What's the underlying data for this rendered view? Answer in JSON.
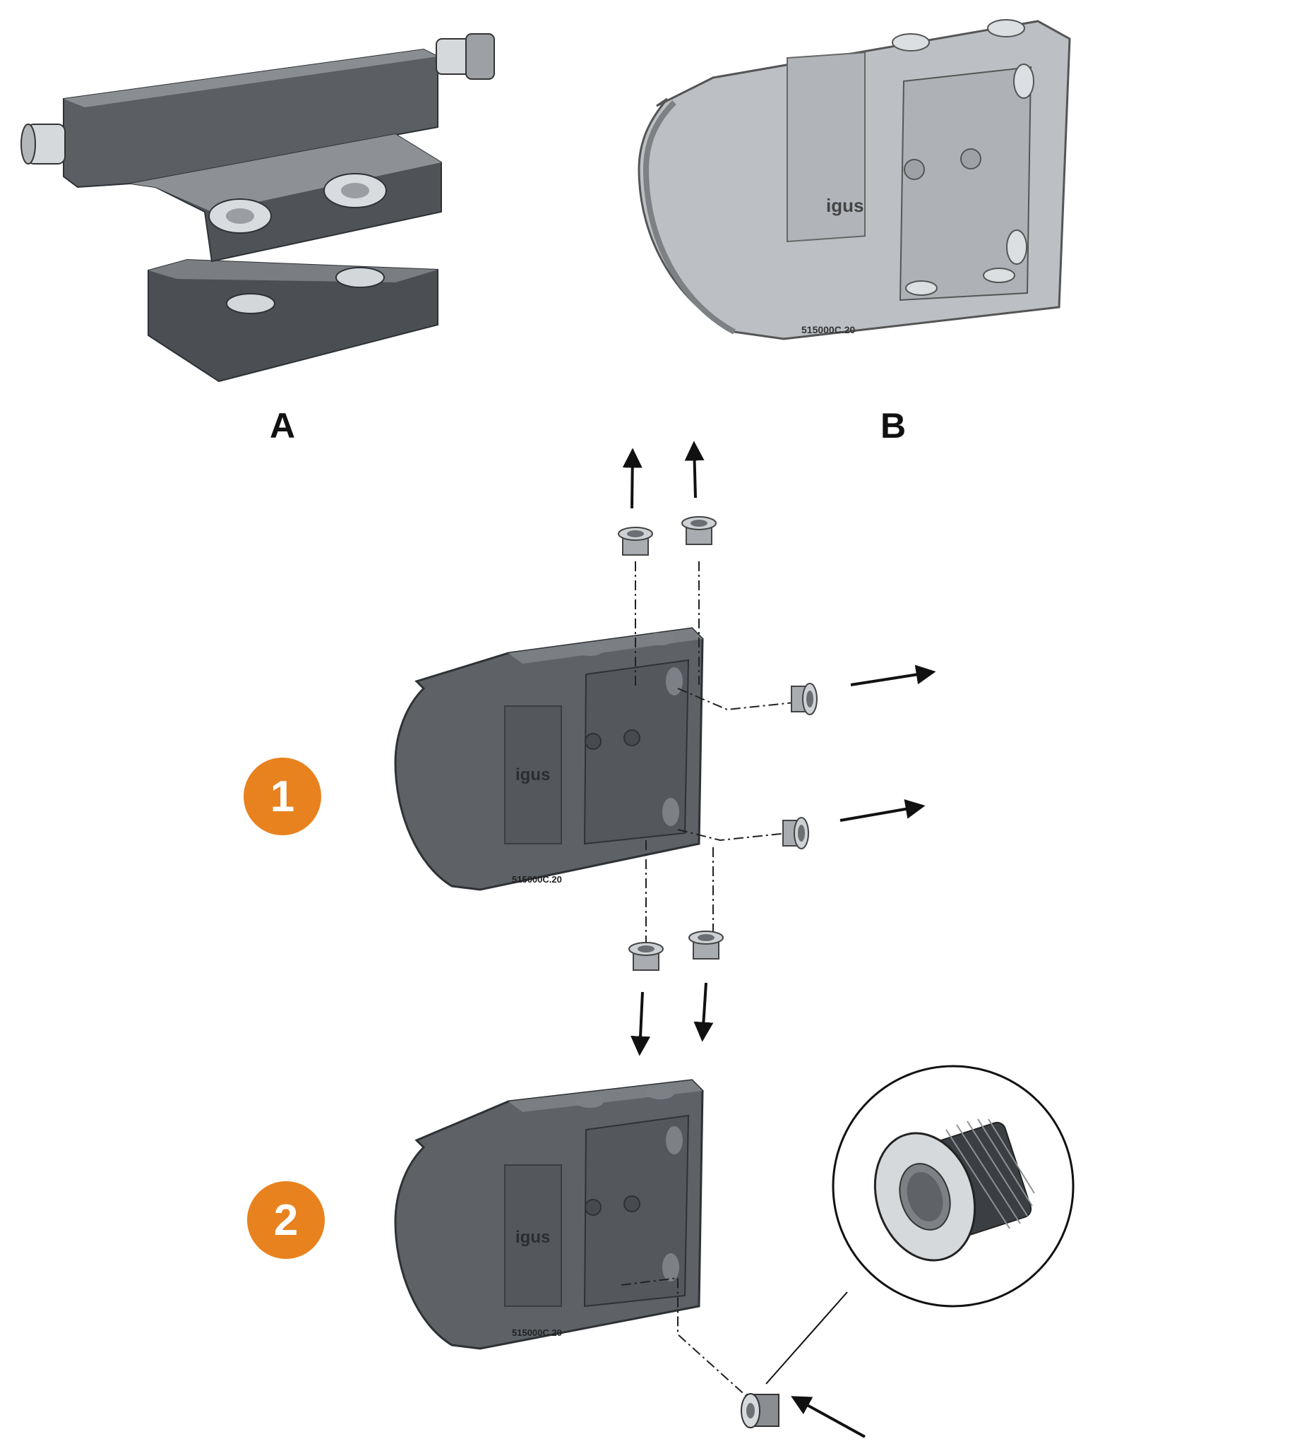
{
  "labels": {
    "a": "A",
    "b": "B"
  },
  "steps": [
    {
      "number": "1"
    },
    {
      "number": "2"
    }
  ],
  "bracket_marking": "515000C.20",
  "brand_mark": "igus",
  "colors": {
    "badge": "#E8821E",
    "part_dark": "#55595e",
    "part_light": "#b9bdc2",
    "bushing": "#b5b8bb"
  }
}
